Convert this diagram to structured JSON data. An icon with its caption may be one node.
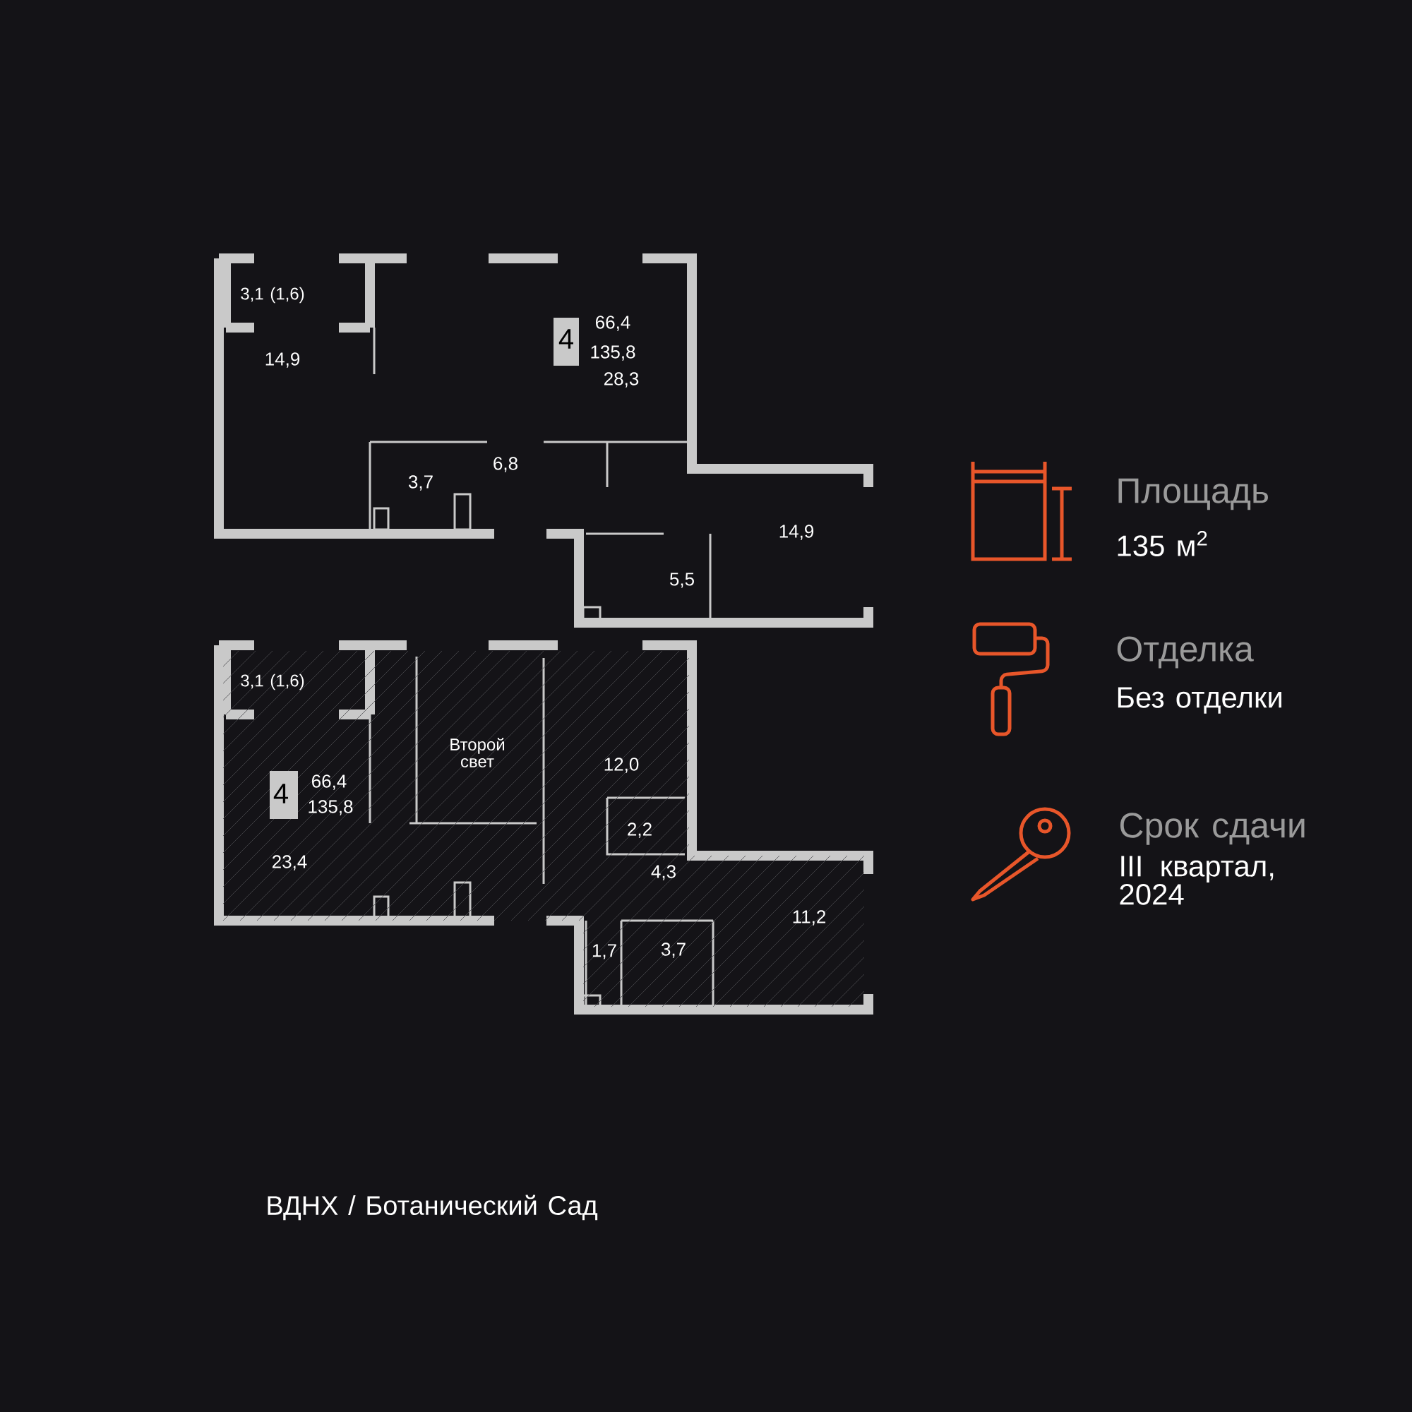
{
  "diagram": {
    "labels": [
      "3,1 (1,6)",
      "14,9",
      "4",
      "66,4",
      "135,8",
      "28,3",
      "3,7",
      "6,8",
      "14,9",
      "5,5",
      "3,1 (1,6)",
      "Второй свет",
      "4",
      "66,4",
      "135,8",
      "12,0",
      "2,2",
      "23,4",
      "4,3",
      "11,2",
      "1,7",
      "3,7",
      "Площадь",
      "135 м$^{2}$",
      "Отделка",
      "Без отделки",
      "Срок сдачи",
      "III квартал, 2024",
      "ВДНХ / Ботанический Сад"
    ]
  }
}
